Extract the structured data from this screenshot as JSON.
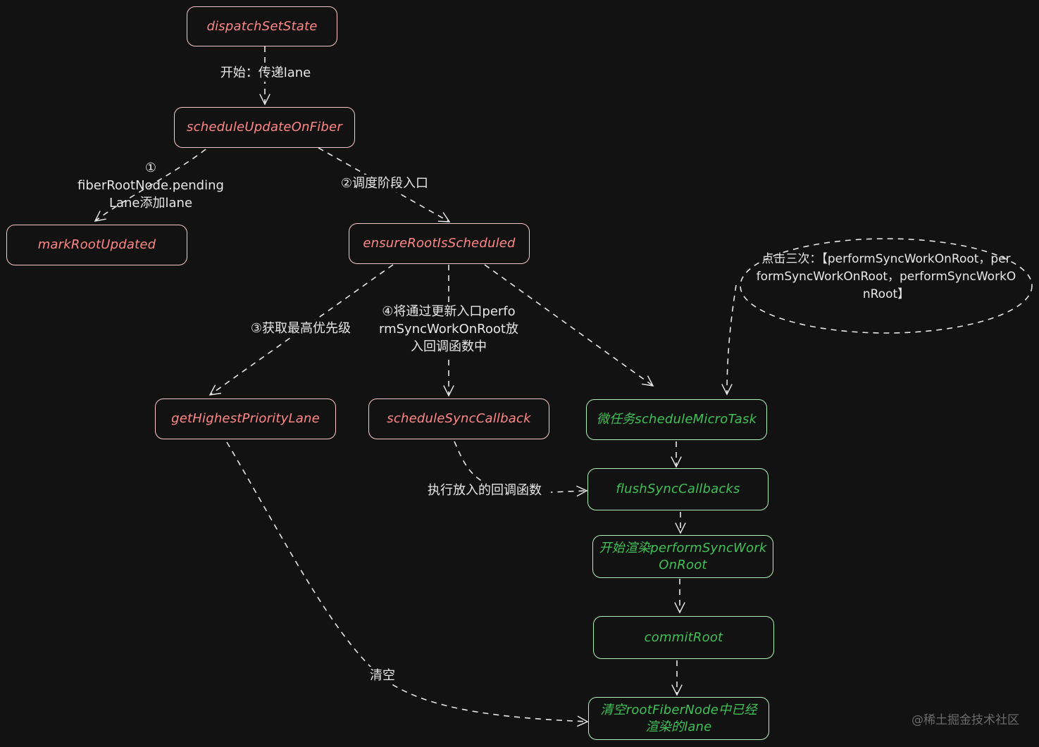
{
  "colors": {
    "red_text": "#ff8787",
    "red_border": "#ffc9c9",
    "green_text": "#40c057",
    "green_border": "#b2f2bb",
    "edge": "#e8e8e8",
    "background": "#121212"
  },
  "nodes": {
    "dispatchSetState": "dispatchSetState",
    "scheduleUpdateOnFiber": "scheduleUpdateOnFiber",
    "markRootUpdated": "markRootUpdated",
    "ensureRootIsScheduled": "ensureRootIsScheduled",
    "getHighestPriorityLane": "getHighestPriorityLane",
    "scheduleSyncCallback": "scheduleSyncCallback",
    "scheduleMicroTask": "微任务scheduleMicroTask",
    "flushSyncCallbacks": "flushSyncCallbacks",
    "performSyncWorkOnRoot": "开始渲染performSyncWork\nOnRoot",
    "commitRoot": "commitRoot",
    "clearLane": "清空rootFiberNode中已经\n渲染的lane"
  },
  "edge_labels": {
    "start": "开始：传递lane",
    "step1": "①\nfiberRootNode.pending\nLane添加lane",
    "step2": "②调度阶段入口",
    "step3": "③获取最高优先级",
    "step4": "④将通过更新入口perfo\nrmSyncWorkOnRoot放\n入回调函数中",
    "execute": "执行放入的回调函数",
    "clear": "清空"
  },
  "annotation": "点击三次：【performSyncWorkOnRoot，per\nformSyncWorkOnRoot，performSyncWorkO\nnRoot】",
  "watermark": "@稀土掘金技术社区"
}
